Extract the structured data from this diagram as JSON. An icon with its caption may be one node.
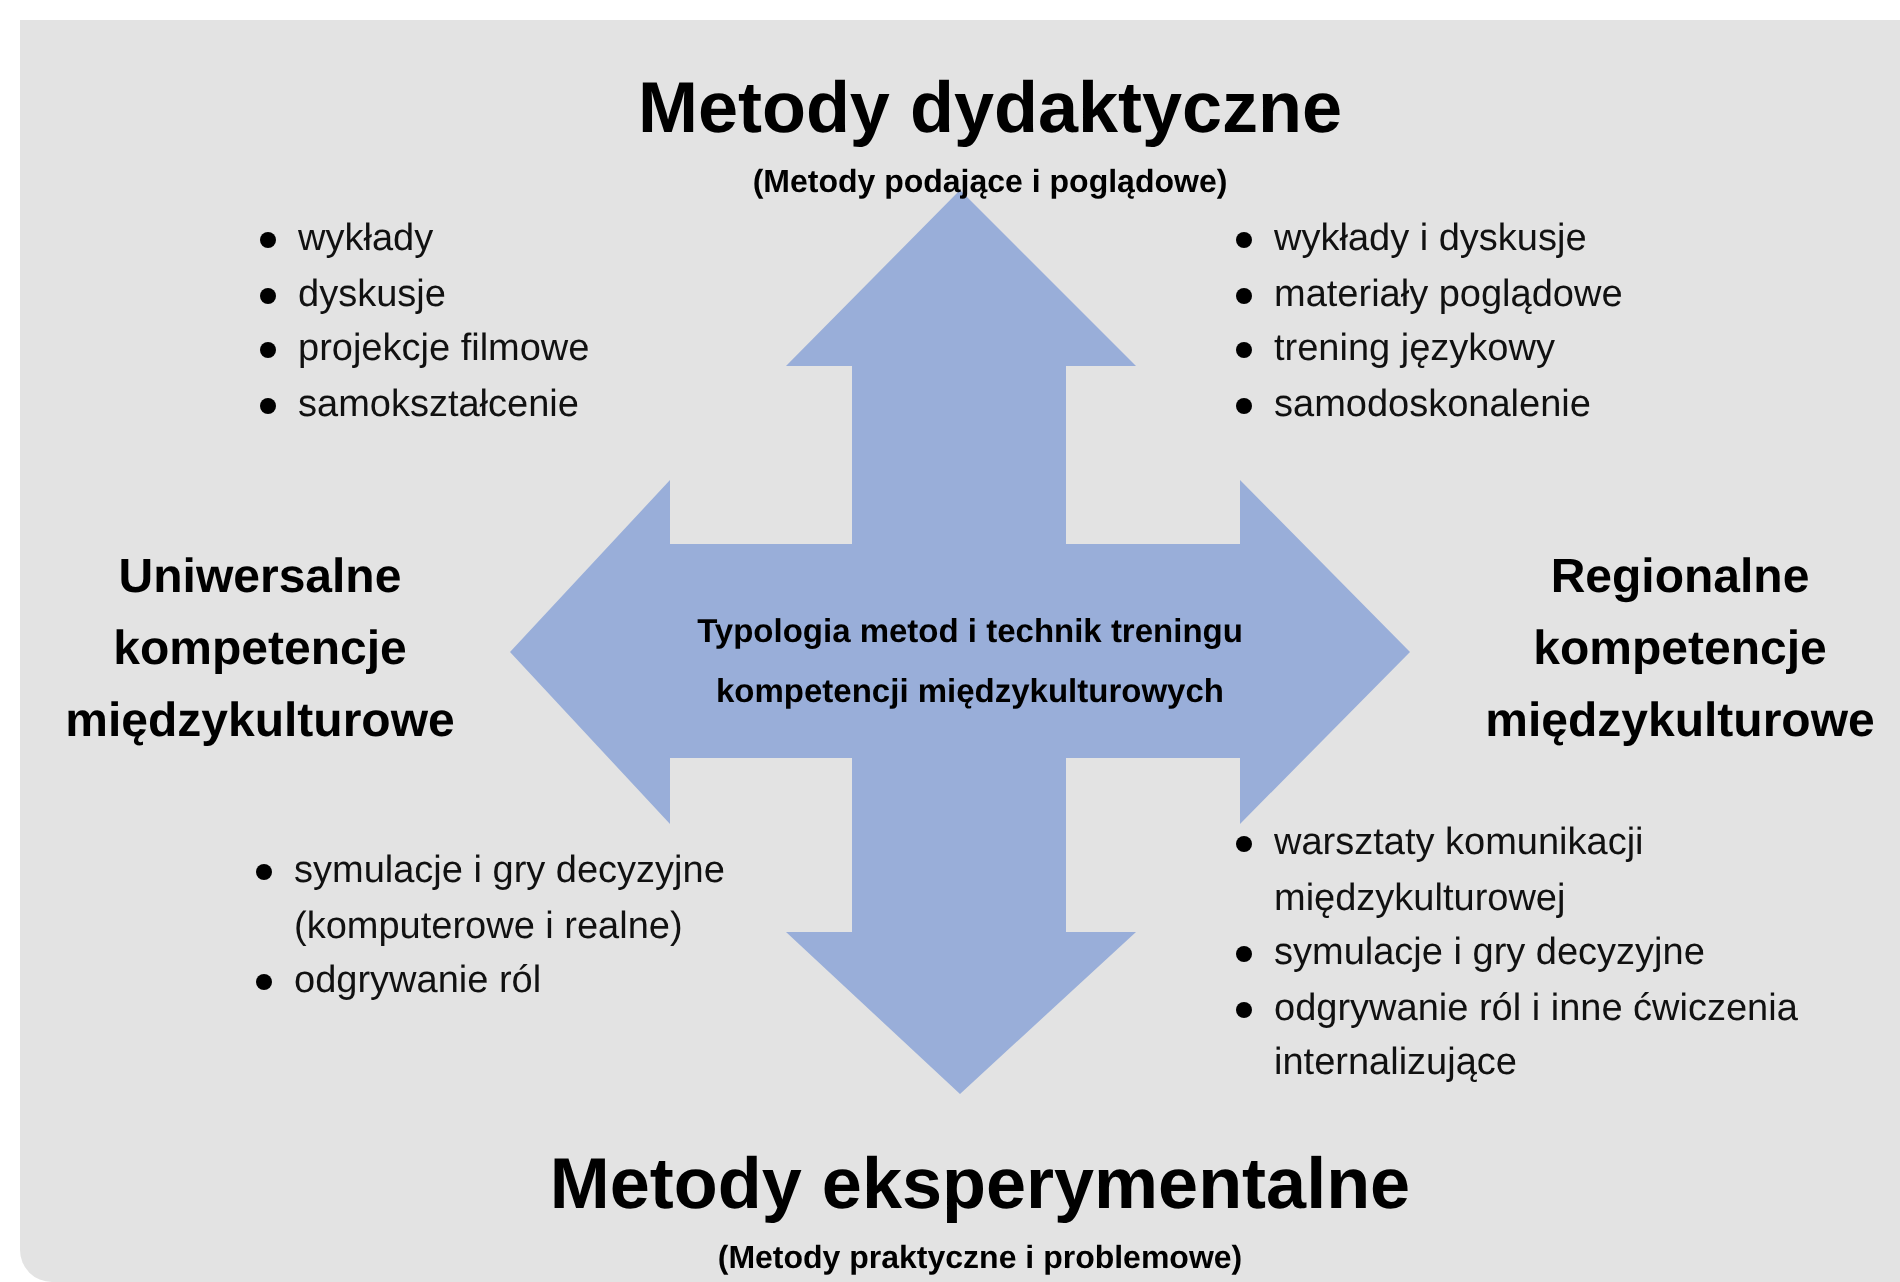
{
  "diagram": {
    "nodes": [
      {
        "text": [
          "Typologia metod i technik treningu kompetencji międzykulturowych"
        ]
      },
      {
        "text": [
          "Metody dydaktyczne",
          "(Metody podające i poglądowe)"
        ]
      },
      {
        "text": [
          "Uniwersalne kompetencje międzykulturowe"
        ]
      },
      {
        "text": [
          "Regionalne kompetencje międzykulturowe"
        ]
      },
      {
        "text": [
          "Metody eksperymentalne",
          "(Metody praktyczne i problemowe)"
        ]
      }
    ],
    "labels": [
      "wykłady",
      "dyskusje",
      "projekcje filmowe",
      "samokształcenie",
      "wykłady i dyskusje",
      "materiały poglądowe",
      "trening językowy",
      "samodoskonalenie",
      "symulacje i gry decyzyjne (komputerowe i realne)",
      "odgrywanie ról",
      "warsztaty komunikacji międzykulturowej",
      "symulacje i gry decyzyjne",
      "odgrywanie ról i inne ćwiczenia internalizujące"
    ]
  }
}
